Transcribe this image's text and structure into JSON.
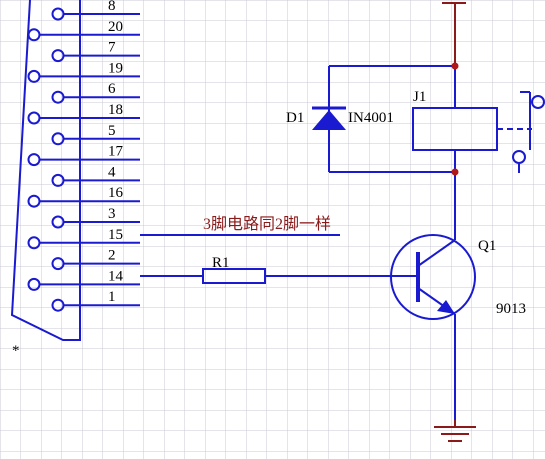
{
  "diagram": {
    "connector": {
      "pins": [
        "8",
        "20",
        "7",
        "19",
        "6",
        "18",
        "5",
        "17",
        "4",
        "16",
        "3",
        "15",
        "2",
        "14",
        "1"
      ],
      "marker": "*"
    },
    "note": "3脚电路同2脚一样",
    "resistor": {
      "ref": "R1"
    },
    "diode": {
      "ref": "D1",
      "part": "IN4001"
    },
    "relay": {
      "ref": "J1"
    },
    "transistor": {
      "ref": "Q1",
      "part": "9013"
    },
    "colors": {
      "wire": "#1a1ad0",
      "power": "#8b1a1a",
      "junction": "#b01818",
      "text": "#000000",
      "note": "#8b1a1a",
      "grid": "#c8c8d4"
    }
  }
}
